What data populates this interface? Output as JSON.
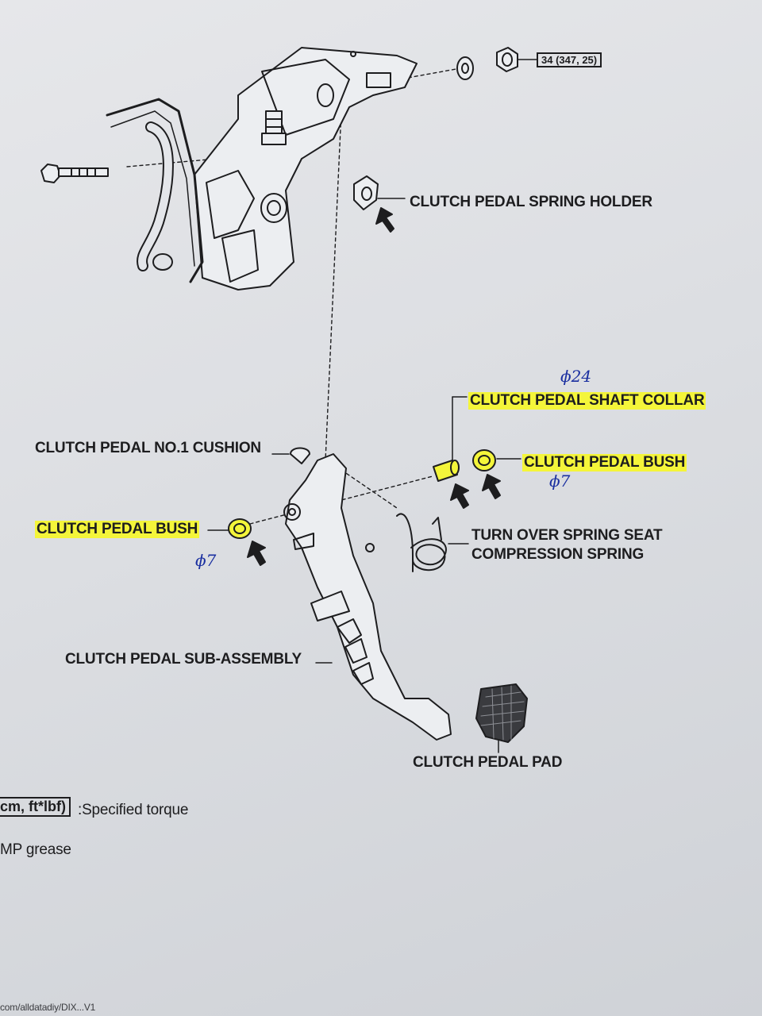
{
  "torque_spec": "34 (347, 25)",
  "labels": {
    "spring_holder": "CLUTCH PEDAL SPRING HOLDER",
    "shaft_collar": "CLUTCH PEDAL SHAFT COLLAR",
    "cushion": "CLUTCH PEDAL NO.1 CUSHION",
    "bush_right": "CLUTCH PEDAL BUSH",
    "bush_left": "CLUTCH PEDAL BUSH",
    "spring_seat_line1": "TURN OVER SPRING SEAT",
    "spring_seat_line2": "COMPRESSION SPRING",
    "sub_assembly": "CLUTCH PEDAL SUB-ASSEMBLY",
    "pedal_pad": "CLUTCH PEDAL PAD"
  },
  "handwritten": {
    "collar_size": "ϕ24",
    "bush_right_size": "ϕ7",
    "bush_left_size": "ϕ7"
  },
  "legend": {
    "torque_unit_box": "cm, ft*lbf)",
    "torque_text": ":Specified torque",
    "grease_text": "MP grease"
  },
  "footer_url": "com/alldatadiy/DIX...V1",
  "colors": {
    "highlight": "#f4f53a",
    "handwriting": "#1a2fa0",
    "ink": "#1d1d1f"
  }
}
